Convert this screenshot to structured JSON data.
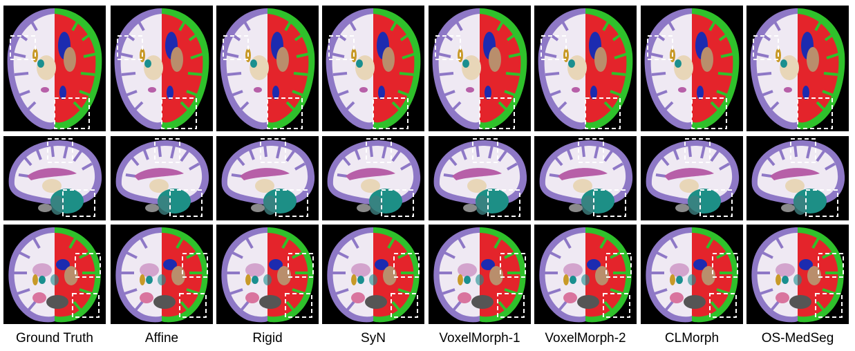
{
  "figure": {
    "rows": [
      "axial",
      "sagittal",
      "coronal"
    ],
    "columns": [
      {
        "label": "Ground Truth"
      },
      {
        "label": "Affine"
      },
      {
        "label": "Rigid"
      },
      {
        "label": "SyN"
      },
      {
        "label": "VoxelMorph-1"
      },
      {
        "label": "VoxelMorph-2"
      },
      {
        "label": "CLMorph"
      },
      {
        "label": "OS-MedSeg"
      }
    ]
  },
  "colors": {
    "background": "#000000",
    "cortex": "#8e78c6",
    "white_matter": "#efe9f3",
    "wm_right_red": "#e4242b",
    "cortex_right_green": "#2fc12b",
    "ventricle": "#1c2bb0",
    "thalamus": "#e8d6b8",
    "caudate_teal": "#1a8f8f",
    "putamen_gold": "#c89a28",
    "pallidum_tan": "#b98e6c",
    "corpus_callosum": "#b75fa8",
    "hippocampus_pink": "#d9749e",
    "cerebellum": "#1d8f86",
    "highlight_box": "#ffffff"
  }
}
